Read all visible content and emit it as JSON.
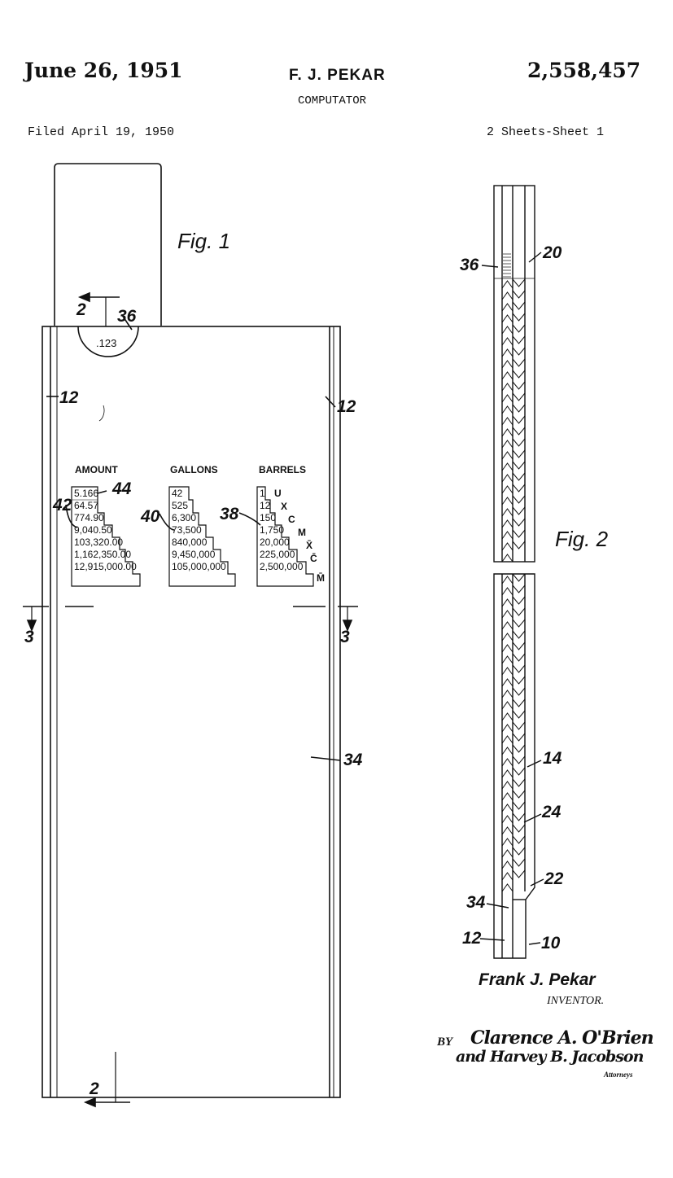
{
  "header": {
    "date": "June 26, 1951",
    "inventor_short": "F. J. PEKAR",
    "patent_number": "2,558,457",
    "title": "COMPUTATOR",
    "filed": "Filed April 19, 1950",
    "sheet": "2 Sheets-Sheet 1"
  },
  "fig1": {
    "label": "Fig. 1",
    "window_value": ".123",
    "refs": {
      "r36": "36",
      "r12_left": "12",
      "r12_right": "12",
      "r44": "44",
      "r42": "42",
      "r40": "40",
      "r38": "38",
      "r34": "34",
      "sec2_top": "2",
      "sec2_bottom": "2",
      "sec3_left": "3",
      "sec3_right": "3"
    },
    "columns": {
      "amount": {
        "heading": "AMOUNT",
        "rows": [
          "5.166",
          "64.57",
          "774.90",
          "9,040.50",
          "103,320.00",
          "1,162,350.00",
          "12,915,000.00"
        ]
      },
      "gallons": {
        "heading": "GALLONS",
        "rows": [
          "42",
          "525",
          "6,300",
          "73,500",
          "840,000",
          "9,450,000",
          "105,000,000"
        ]
      },
      "barrels": {
        "heading": "BARRELS",
        "rows": [
          "1",
          "12",
          "150",
          "1,750",
          "20,000",
          "225,000",
          "2,500,000"
        ],
        "symbols": [
          "U",
          "X",
          "C",
          "M",
          "X̄",
          "C̄",
          "M̄"
        ]
      }
    }
  },
  "fig2": {
    "label": "Fig. 2",
    "refs": {
      "r36": "36",
      "r20": "20",
      "r14": "14",
      "r24": "24",
      "r22": "22",
      "r34": "34",
      "r12": "12",
      "r10": "10"
    }
  },
  "signature": {
    "inventor_name": "Frank J. Pekar",
    "inventor_label": "INVENTOR.",
    "by": "BY",
    "attorney_line1": "Clarence A. O'Brien",
    "attorney_line2": "and Harvey B. Jacobson",
    "attorneys_label": "Attorneys"
  }
}
